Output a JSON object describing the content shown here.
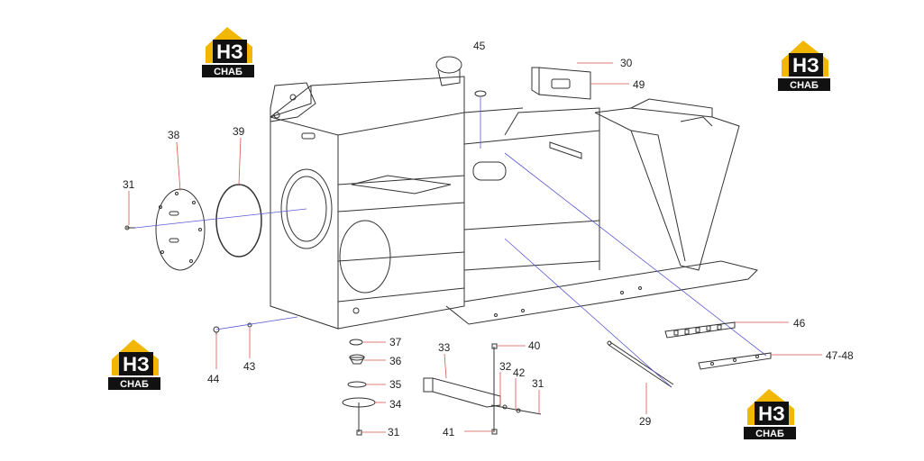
{
  "logo": {
    "mark": "НЗ",
    "caption": "СНАБ"
  },
  "colors": {
    "logo_yellow": "#f2b705",
    "logo_black": "#111111",
    "line": "#333333",
    "leader_red": "#d9534f",
    "leader_blue": "#5a5ad6"
  },
  "parts": [
    {
      "id": "p45",
      "label": "45"
    },
    {
      "id": "p30",
      "label": "30"
    },
    {
      "id": "p49",
      "label": "49"
    },
    {
      "id": "p38",
      "label": "38"
    },
    {
      "id": "p39",
      "label": "39"
    },
    {
      "id": "p31a",
      "label": "31"
    },
    {
      "id": "p44",
      "label": "44"
    },
    {
      "id": "p43",
      "label": "43"
    },
    {
      "id": "p37",
      "label": "37"
    },
    {
      "id": "p36",
      "label": "36"
    },
    {
      "id": "p35",
      "label": "35"
    },
    {
      "id": "p34",
      "label": "34"
    },
    {
      "id": "p31b",
      "label": "31"
    },
    {
      "id": "p33",
      "label": "33"
    },
    {
      "id": "p40",
      "label": "40"
    },
    {
      "id": "p32",
      "label": "32"
    },
    {
      "id": "p42",
      "label": "42"
    },
    {
      "id": "p31c",
      "label": "31"
    },
    {
      "id": "p41",
      "label": "41"
    },
    {
      "id": "p29",
      "label": "29"
    },
    {
      "id": "p46",
      "label": "46"
    },
    {
      "id": "p4748",
      "label": "47-48"
    }
  ]
}
